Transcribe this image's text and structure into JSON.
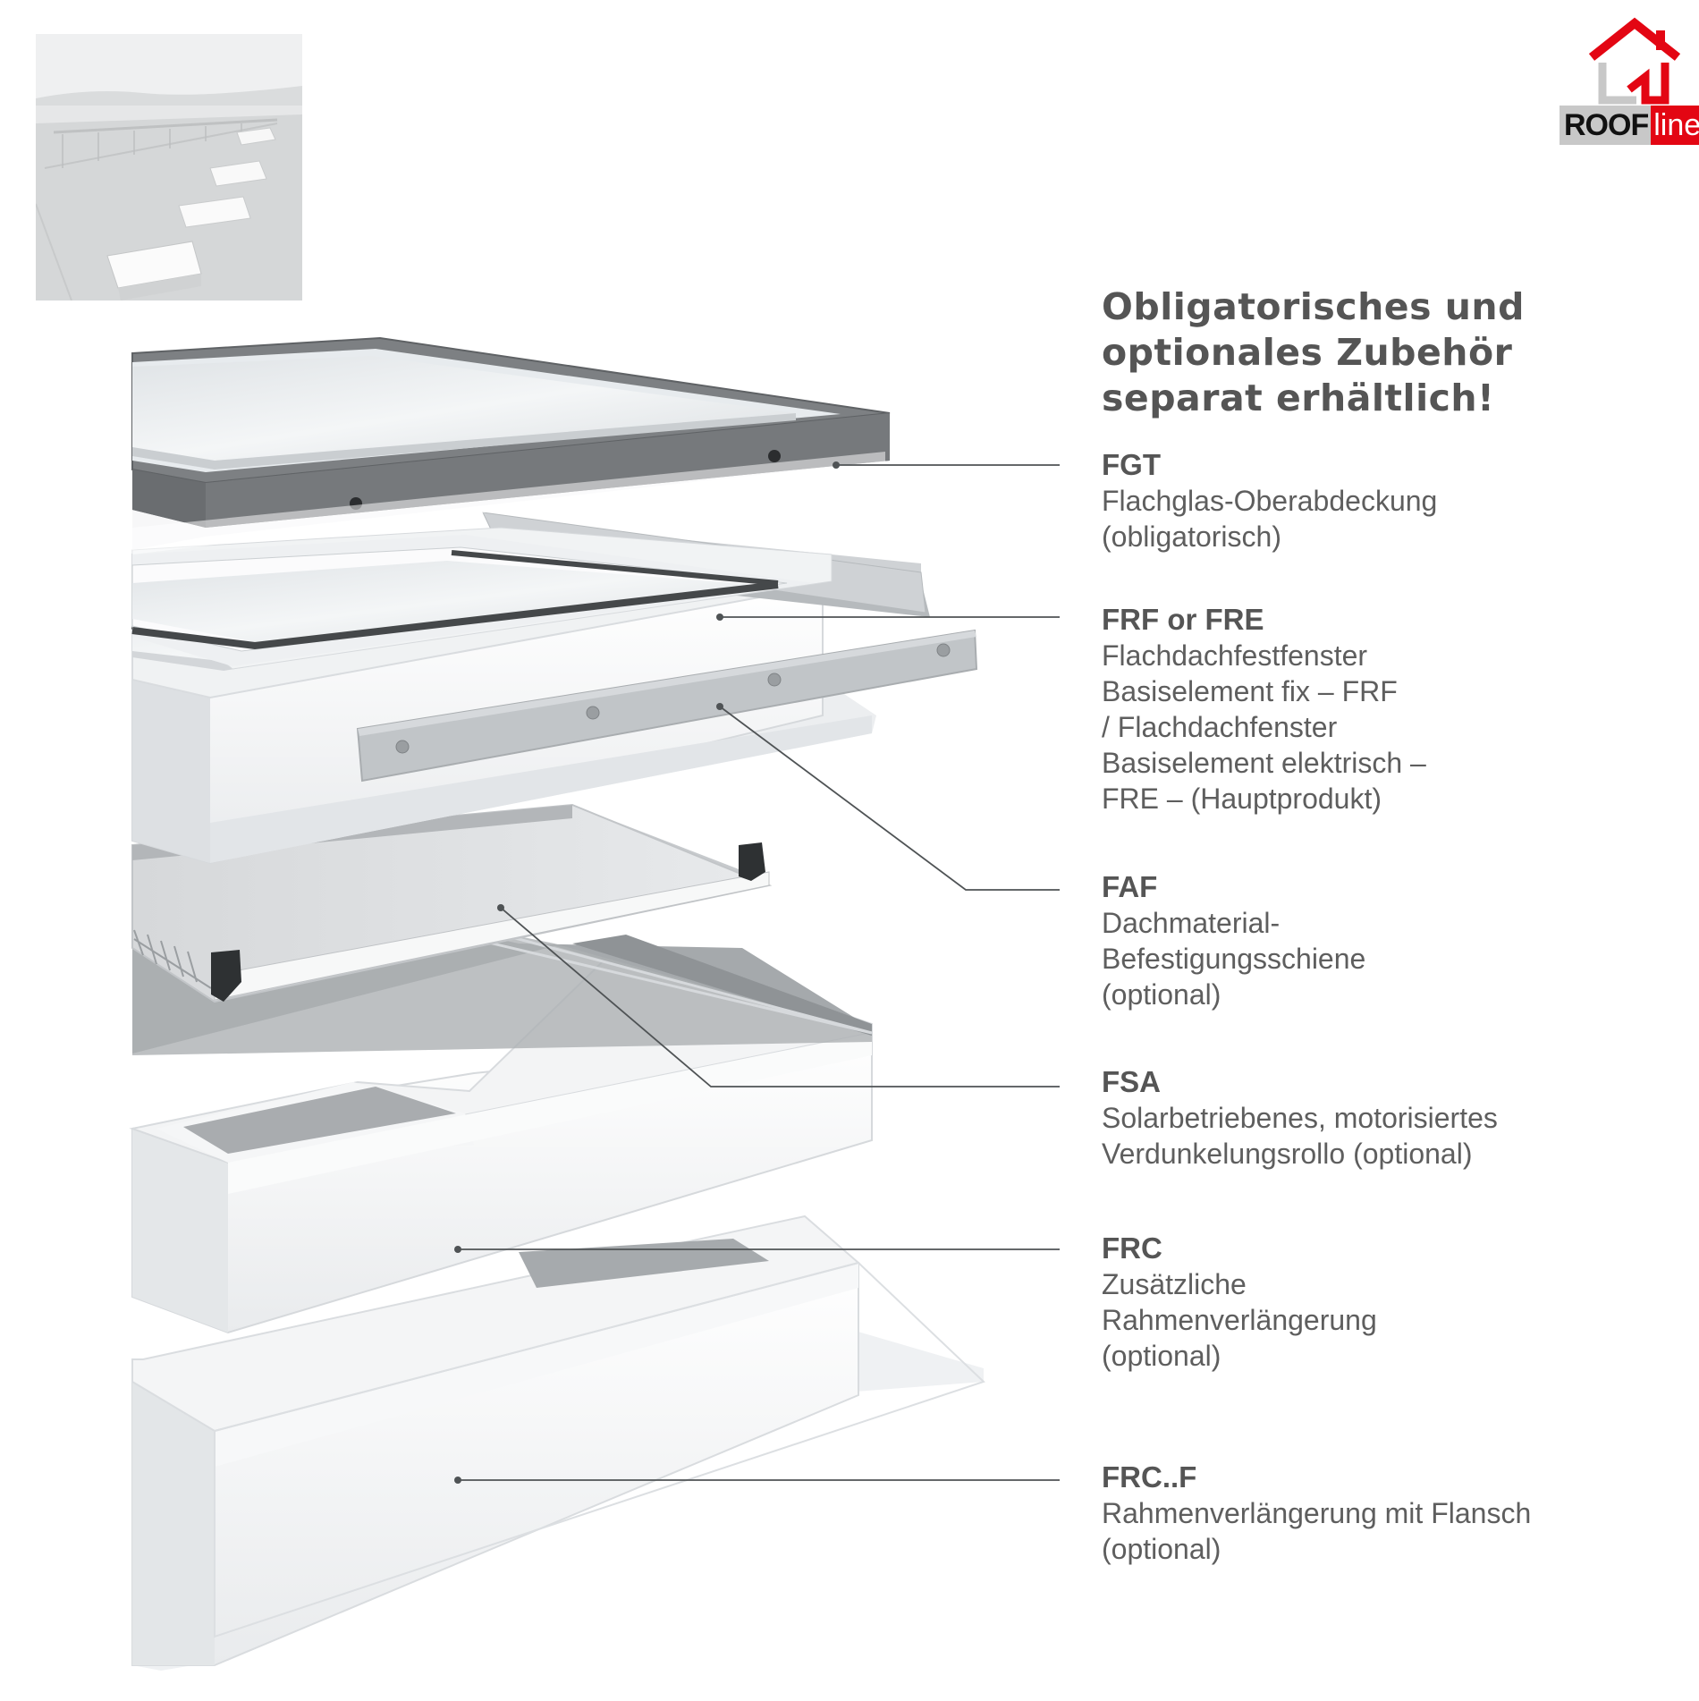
{
  "brand": {
    "logo_text_roof": "ROOF",
    "logo_text_line": "line",
    "color_red": "#e30613",
    "color_gray": "#c8c8c8"
  },
  "heading": "Obligatorisches und optionales Zubehör separat erhältlich!",
  "components": [
    {
      "code": "FGT",
      "description": "Flachglas-Oberabdeckung\n(obligatorisch)"
    },
    {
      "code": "FRF or FRE",
      "description": "Flachdachfestfenster\nBasiselement fix – FRF\n/ Flachdachfenster\nBasiselement elektrisch –\nFRE – (Hauptprodukt)"
    },
    {
      "code": "FAF",
      "description": "Dachmaterial-\nBefestigungsschiene\n(optional)"
    },
    {
      "code": "FSA",
      "description": "Solarbetriebenes, motorisiertes\nVerdunkelungsrollo (optional)"
    },
    {
      "code": "FRC",
      "description": "Zusätzliche\nRahmenverlängerung\n(optional)"
    },
    {
      "code": "FRC..F",
      "description": "Rahmenverlängerung mit Flansch\n(optional)"
    }
  ]
}
